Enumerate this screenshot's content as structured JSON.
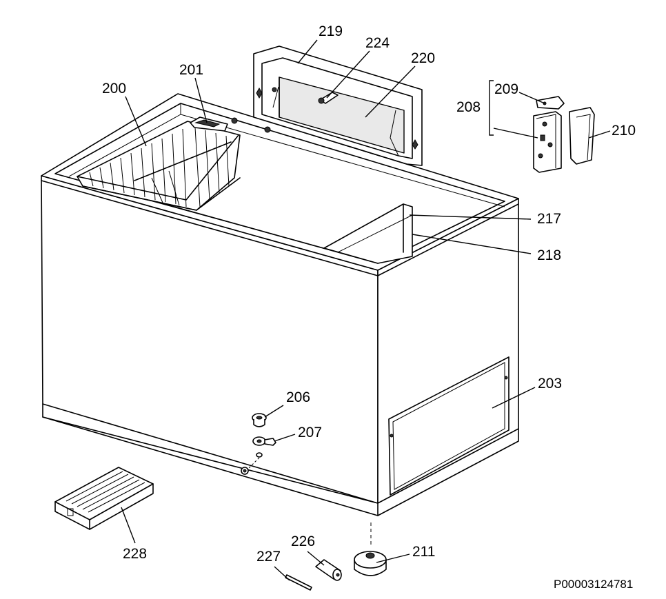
{
  "labels": {
    "p200": "200",
    "p201": "201",
    "p203": "203",
    "p206": "206",
    "p207": "207",
    "p208": "208",
    "p209": "209",
    "p210": "210",
    "p211": "211",
    "p217": "217",
    "p218": "218",
    "p219": "219",
    "p220": "220",
    "p224": "224",
    "p226": "226",
    "p227": "227",
    "p228": "228"
  },
  "drawing_code": "P00003124781"
}
